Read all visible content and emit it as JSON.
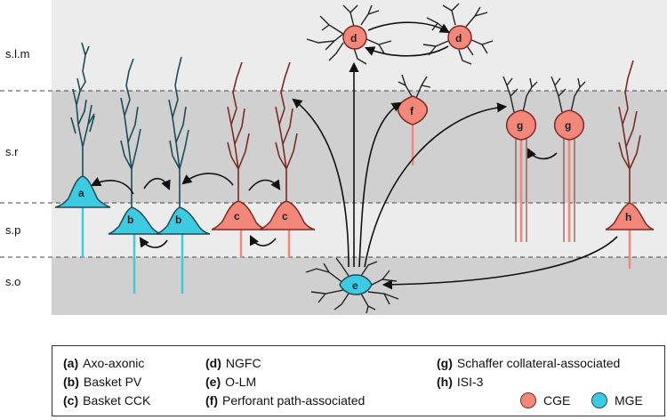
{
  "colors": {
    "cge": "#f2877a",
    "mge": "#3ccbe3",
    "cge_line": "#7a2b22",
    "mge_line": "#1b4c57",
    "layer_light": "#ececec",
    "layer_dark": "#cfcfcf"
  },
  "layers": [
    "s.l.m",
    "s.r",
    "s.p",
    "s.o"
  ],
  "cells": {
    "a": "a",
    "b": "b",
    "c": "c",
    "d": "d",
    "e": "e",
    "f": "f",
    "g": "g",
    "h": "h"
  },
  "legend": {
    "items": [
      {
        "key": "(a)",
        "label": "Axo-axonic"
      },
      {
        "key": "(b)",
        "label": "Basket PV"
      },
      {
        "key": "(c)",
        "label": "Basket CCK"
      },
      {
        "key": "(d)",
        "label": "NGFC"
      },
      {
        "key": "(e)",
        "label": "O-LM"
      },
      {
        "key": "(f)",
        "label": "Perforant path-associated"
      },
      {
        "key": "(g)",
        "label": "Schaffer collateral-associated"
      },
      {
        "key": "(h)",
        "label": "ISI-3"
      }
    ],
    "origins": {
      "cge": "CGE",
      "mge": "MGE"
    }
  }
}
